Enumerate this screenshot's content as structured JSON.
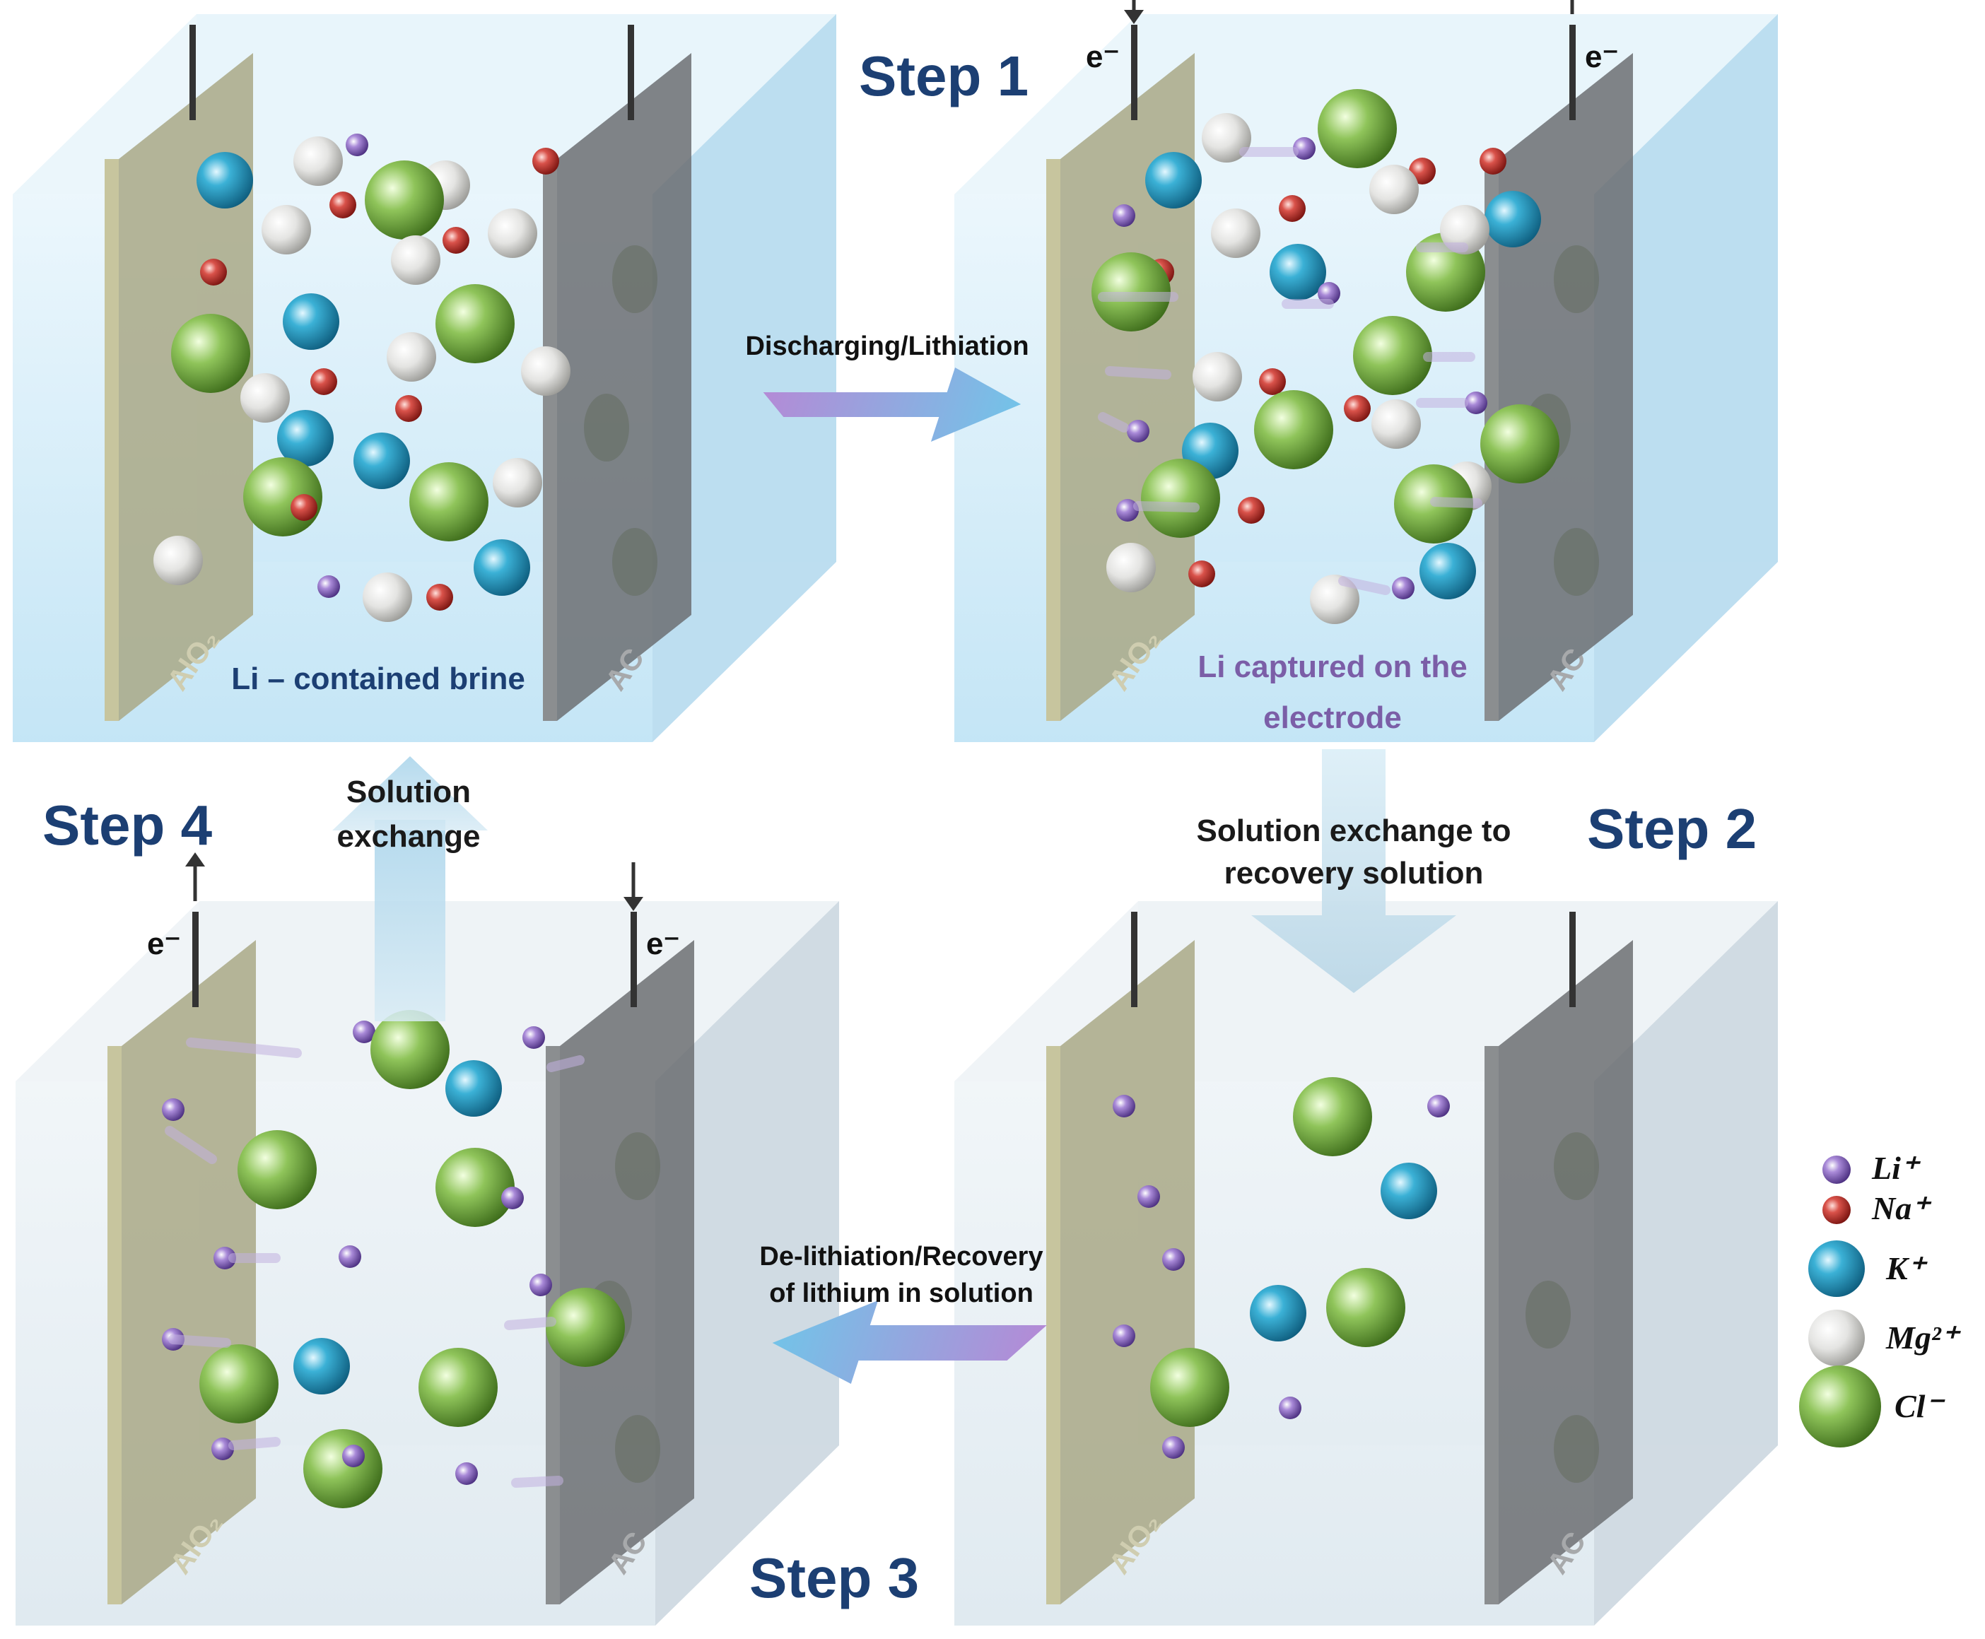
{
  "steps": {
    "step1": "Step 1",
    "step2": "Step 2",
    "step3": "Step 3",
    "step4": "Step 4"
  },
  "arrows": {
    "discharging": "Discharging/Lithiation",
    "exchange_recovery_line1": "Solution exchange to",
    "exchange_recovery_line2": "recovery solution",
    "delithiation_line1": "De-lithiation/Recovery",
    "delithiation_line2": "of lithium in solution",
    "solution_exchange_line1": "Solution",
    "solution_exchange_line2": "exchange"
  },
  "captions": {
    "brine": "Li – contained brine",
    "captured_line1": "Li captured on the",
    "captured_line2": "electrode"
  },
  "electrodes": {
    "anode": "AlO₂",
    "cathode": "AC",
    "electron": "e⁻"
  },
  "legend": {
    "li": "Li⁺",
    "na": "Na⁺",
    "k": "K⁺",
    "mg": "Mg²⁺",
    "cl": "Cl⁻"
  },
  "colors": {
    "step_text": "#1c3f73",
    "captured_text": "#7b5ea7",
    "brine_text": "#1c3f73",
    "li": "#7a5cb0",
    "na": "#c0322c",
    "k": "#2a9cc0",
    "mg": "#d8d8d6",
    "cl": "#7fb543"
  }
}
